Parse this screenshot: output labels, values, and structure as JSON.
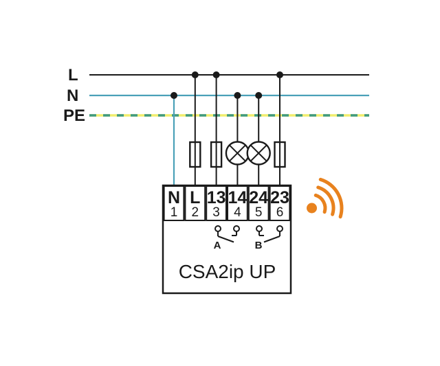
{
  "bus": {
    "l_label": "L",
    "n_label": "N",
    "pe_label": "PE"
  },
  "device": {
    "name": "CSA2ip UP",
    "terminals": [
      {
        "label": "N",
        "number": "1"
      },
      {
        "label": "L",
        "number": "2"
      },
      {
        "label": "13",
        "number": "3"
      },
      {
        "label": "14",
        "number": "4"
      },
      {
        "label": "24",
        "number": "5"
      },
      {
        "label": "23",
        "number": "6"
      }
    ],
    "switches": [
      {
        "label": "A"
      },
      {
        "label": "B"
      }
    ]
  },
  "icons": {
    "wireless_signal": "wireless-signal-icon",
    "fuse": "fuse-symbol",
    "lamp": "lamp-symbol"
  },
  "colors": {
    "wire_black": "#1a1a1a",
    "neutral_blue": "#4aa0b8",
    "pe_yellow": "#f2ee6e",
    "pe_green": "#3f9a7e",
    "signal_orange": "#e8821e"
  }
}
